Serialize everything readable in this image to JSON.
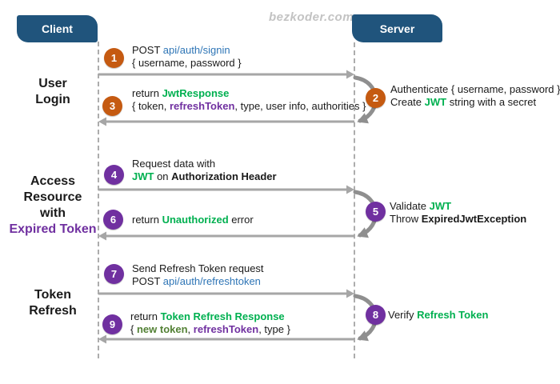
{
  "watermark": "bezkoder.com",
  "colors": {
    "actor_bg": "#20547c",
    "orange_step": "#c55a11",
    "purple_step": "#7030a0",
    "green_text": "#00b050",
    "dark_green_text": "#538135",
    "purple_text": "#7030a0",
    "link_blue": "#2e75b6",
    "arrow_gray": "#a6a6a6",
    "loop_gray": "#8f8f8f"
  },
  "actors": {
    "client": "Client",
    "server": "Server"
  },
  "sections": {
    "login": {
      "line1": "User",
      "line2": "Login"
    },
    "access": {
      "line1": "Access",
      "line2": "Resource",
      "line3": "with",
      "line4": "Expired Token"
    },
    "refresh": {
      "line1": "Token",
      "line2": "Refresh"
    }
  },
  "steps": {
    "s1": {
      "num": "1",
      "l1a": "POST ",
      "l1b": "api/auth/signin",
      "l2": "{ username, password }"
    },
    "s2": {
      "num": "2",
      "l1": "Authenticate { username, password }",
      "l2a": "Create ",
      "l2b": "JWT",
      "l2c": " string with a secret"
    },
    "s3": {
      "num": "3",
      "l1a": "return ",
      "l1b": "JwtResponse",
      "l2a": "{ token, ",
      "l2b": "refreshToken",
      "l2c": ", type, user info, authorities }"
    },
    "s4": {
      "num": "4",
      "l1": "Request data with",
      "l2a": "JWT",
      "l2b": " on ",
      "l2c": "Authorization Header"
    },
    "s5": {
      "num": "5",
      "l1a": "Validate ",
      "l1b": "JWT",
      "l2a": "Throw ",
      "l2b": "ExpiredJwtException"
    },
    "s6": {
      "num": "6",
      "l1a": "return ",
      "l1b": "Unauthorized",
      "l1c": " error"
    },
    "s7": {
      "num": "7",
      "l1": "Send Refresh Token request",
      "l2a": "POST ",
      "l2b": "api/auth/refreshtoken"
    },
    "s8": {
      "num": "8",
      "l1a": "Verify ",
      "l1b": "Refresh Token"
    },
    "s9": {
      "num": "9",
      "l1a": "return ",
      "l1b": "Token Refresh Response",
      "l2a": "{ ",
      "l2b": "new token",
      "l2c": ", ",
      "l2d": "refreshToken",
      "l2e": ", type }"
    }
  }
}
